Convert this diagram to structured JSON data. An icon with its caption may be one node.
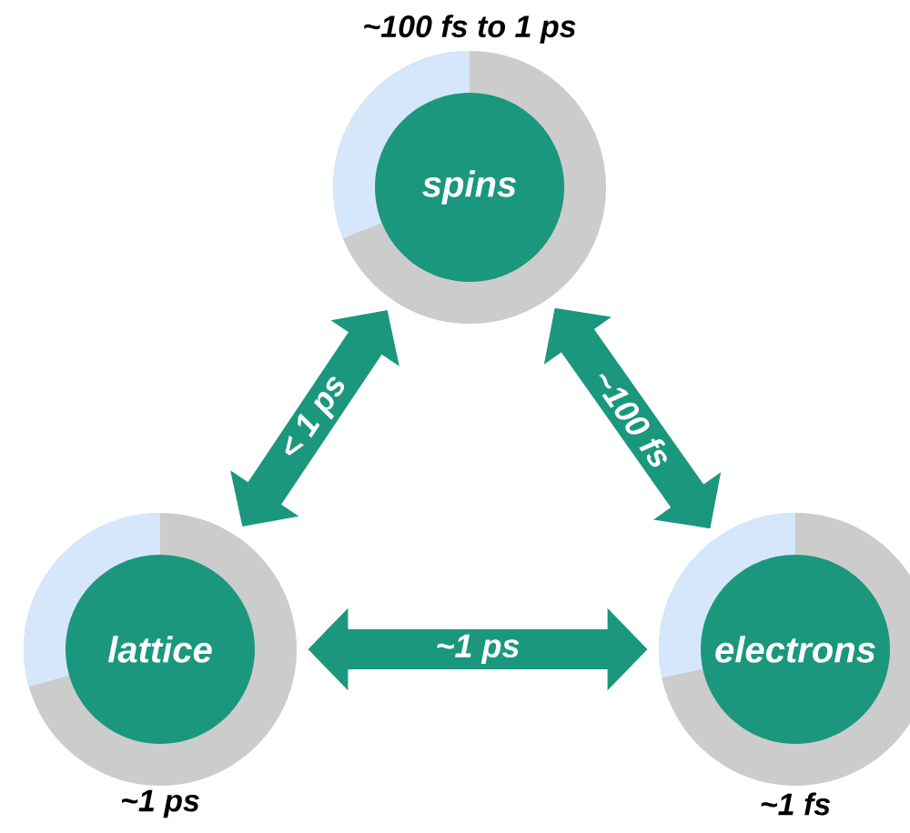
{
  "diagram": {
    "nodes": [
      {
        "text": [
          "spins"
        ],
        "beside": [
          "~100 fs to 1 ps"
        ]
      },
      {
        "text": [
          "lattice"
        ],
        "beside": [
          "~1 ps"
        ]
      },
      {
        "text": [
          "electrons"
        ],
        "beside": [
          "~1 fs"
        ]
      }
    ],
    "edges": [
      {
        "from": 0,
        "to": 1,
        "arrow": "both",
        "label": "< 1 ps"
      },
      {
        "from": 0,
        "to": 2,
        "arrow": "both",
        "label": "~100 fs"
      },
      {
        "from": 1,
        "to": 2,
        "arrow": "both",
        "label": "~1 ps"
      }
    ]
  }
}
